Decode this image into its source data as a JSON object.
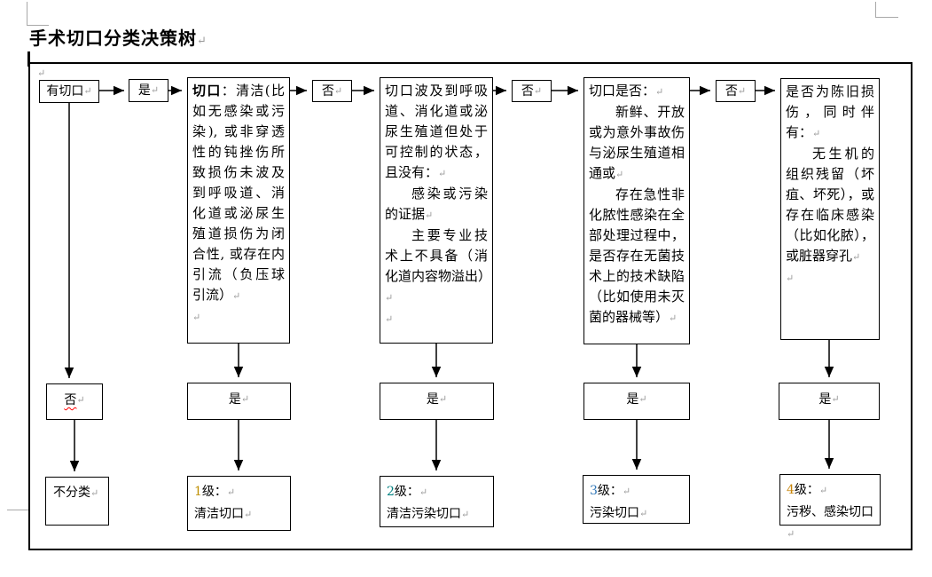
{
  "title": "手术切口分类决策树",
  "format_marks": {
    "return_mark": "↵"
  },
  "colors": {
    "line": "#000000",
    "margin_mark_gray": "#a8a8a8",
    "level1_digit": "#bf8f00",
    "level2_digit": "#008080",
    "level3_digit": "#2e75b6",
    "level4_digit": "#c8860b",
    "spellcheck_underline": "#ff0000"
  },
  "flow": {
    "start": {
      "label": "有切口"
    },
    "yes_top": {
      "label": "是"
    },
    "no_connectors": [
      {
        "label": "否"
      },
      {
        "label": "否"
      },
      {
        "label": "否"
      }
    ],
    "decisions": {
      "d1": {
        "bold": "切口",
        "text": "：清洁(比如无感染或污染), 或非穿透性的钝挫伤所致损伤未波及到呼吸道、消化道或泌尿生殖道损伤为闭合性, 或存在内引流（负压球引流）"
      },
      "d2": {
        "p1": "切口波及到呼吸道、消化道或泌尿生殖道但处于可控制的状态，且没有：",
        "p2": "感染或污染的证据",
        "p3": "主要专业技术上不具备（消化道内容物溢出）"
      },
      "d3": {
        "p1": "切口是否：",
        "p2": "新鲜、开放或为意外事故伤与泌尿生殖道相通或",
        "p3": "存在急性非化脓性感染在全部处理过程中，是否存在无菌技术上的技术缺陷（比如使用未灭菌的器械等）"
      },
      "d4": {
        "p1": "是否为陈旧损伤，同时伴有：",
        "p2": "无生机的组织残留（坏疽、坏死），或存在临床感染（比如化脓），或脏器穿孔"
      }
    },
    "branch_no": {
      "label": "否"
    },
    "yes_boxes": [
      {
        "label": "是"
      },
      {
        "label": "是"
      },
      {
        "label": "是"
      },
      {
        "label": "是"
      }
    ],
    "results": {
      "unclassified": {
        "label": "不分类"
      },
      "r1": {
        "num": "1",
        "level": "级：",
        "name": "清洁切口"
      },
      "r2": {
        "num": "2",
        "level": "级：",
        "name": "清洁污染切口"
      },
      "r3": {
        "num": "3",
        "level": "级：",
        "name": "污染切口"
      },
      "r4": {
        "num": "4",
        "level": "级：",
        "name": "污秽、感染切口"
      }
    }
  }
}
